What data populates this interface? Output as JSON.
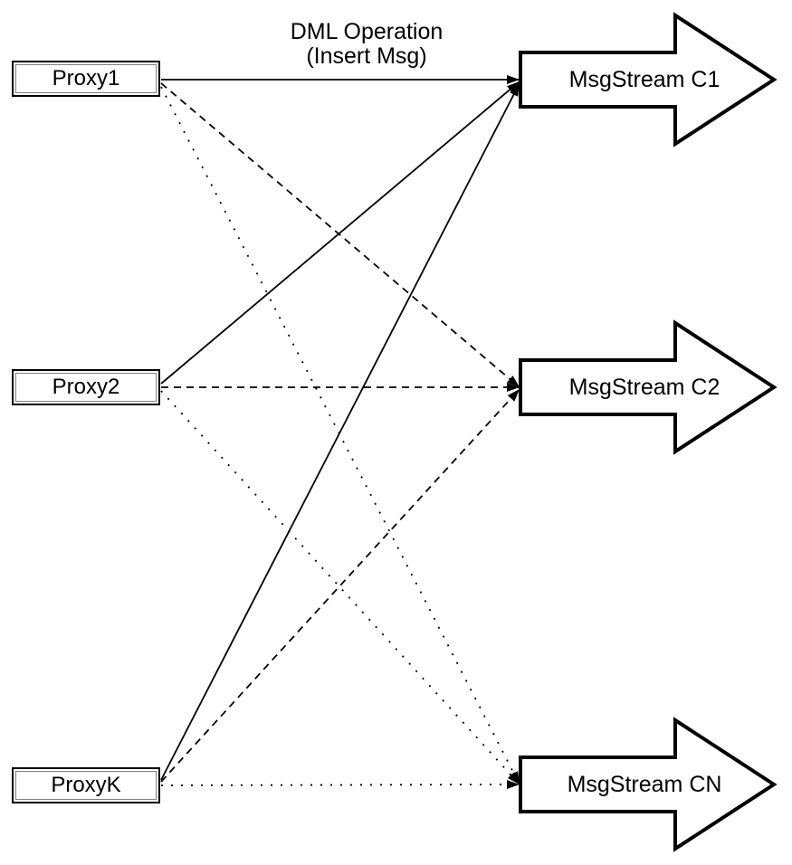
{
  "diagram": {
    "edge_label": {
      "line1": "DML Operation",
      "line2": "(Insert Msg)"
    },
    "proxies": [
      {
        "id": "proxy1",
        "label": "Proxy1"
      },
      {
        "id": "proxy2",
        "label": "Proxy2"
      },
      {
        "id": "proxyK",
        "label": "ProxyK"
      }
    ],
    "streams": [
      {
        "id": "c1",
        "label": "MsgStream C1"
      },
      {
        "id": "c2",
        "label": "MsgStream C2"
      },
      {
        "id": "cn",
        "label": "MsgStream CN"
      }
    ],
    "edges": [
      {
        "from": "Proxy1",
        "to": "MsgStream C1",
        "style": "solid"
      },
      {
        "from": "Proxy1",
        "to": "MsgStream C2",
        "style": "dashed"
      },
      {
        "from": "Proxy1",
        "to": "MsgStream CN",
        "style": "dotted"
      },
      {
        "from": "Proxy2",
        "to": "MsgStream C1",
        "style": "solid"
      },
      {
        "from": "Proxy2",
        "to": "MsgStream C2",
        "style": "dashed"
      },
      {
        "from": "Proxy2",
        "to": "MsgStream CN",
        "style": "dotted"
      },
      {
        "from": "ProxyK",
        "to": "MsgStream C1",
        "style": "solid"
      },
      {
        "from": "ProxyK",
        "to": "MsgStream C2",
        "style": "dashed"
      },
      {
        "from": "ProxyK",
        "to": "MsgStream CN",
        "style": "dotted"
      }
    ],
    "colors": {
      "stroke": "#000000",
      "fill": "#ffffff",
      "inner_border": "#7f7f7f"
    }
  }
}
